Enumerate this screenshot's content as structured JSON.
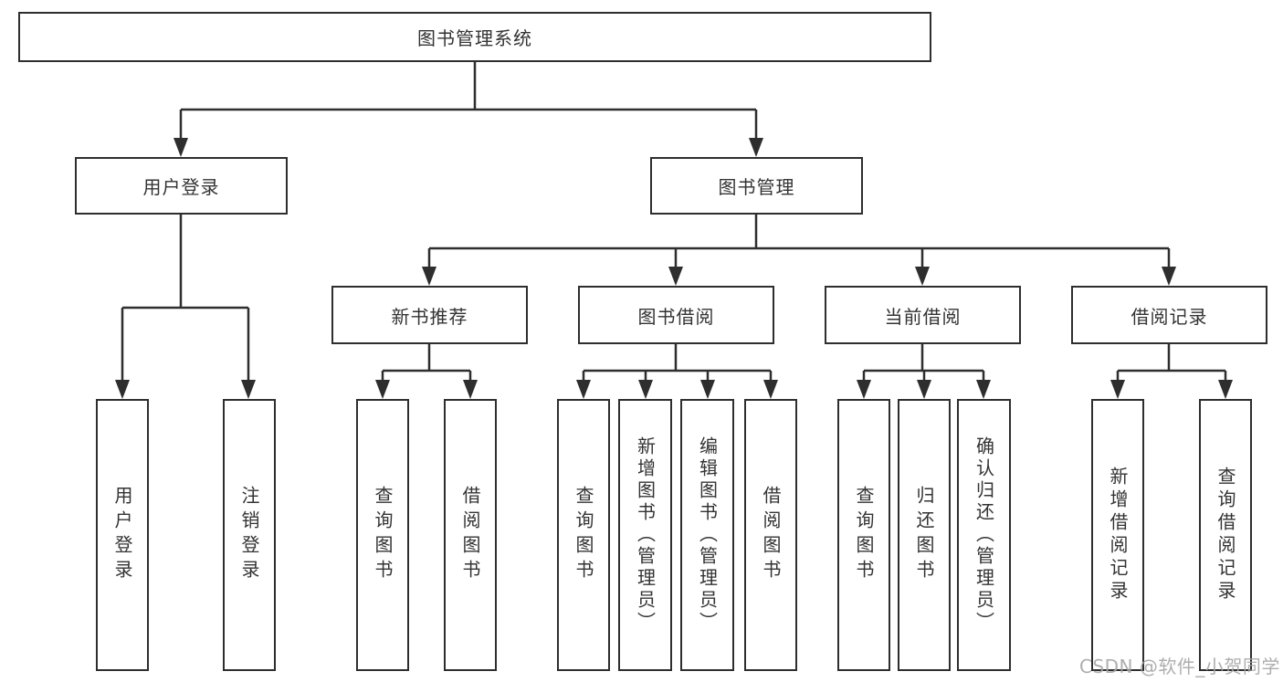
{
  "diagram": {
    "title": "图书管理系统",
    "root": {
      "label": "图书管理系统"
    },
    "branches": [
      {
        "label": "用户登录",
        "children": [
          {
            "label": "用户登录"
          },
          {
            "label": "注销登录"
          }
        ]
      },
      {
        "label": "图书管理",
        "children": [
          {
            "label": "新书推荐",
            "children": [
              {
                "label": "查询图书"
              },
              {
                "label": "借阅图书"
              }
            ]
          },
          {
            "label": "图书借阅",
            "children": [
              {
                "label": "查询图书"
              },
              {
                "label": "新增图书（管理员）"
              },
              {
                "label": "编辑图书（管理员）"
              },
              {
                "label": "借阅图书"
              }
            ]
          },
          {
            "label": "当前借阅",
            "children": [
              {
                "label": "查询图书"
              },
              {
                "label": "归还图书"
              },
              {
                "label": "确认归还（管理员）"
              }
            ]
          },
          {
            "label": "借阅记录",
            "children": [
              {
                "label": "新增借阅记录"
              },
              {
                "label": "查询借阅记录"
              }
            ]
          }
        ]
      }
    ]
  },
  "watermark": {
    "text": "CSDN @软件_小贺同学"
  },
  "colors": {
    "line": "#2e2e2e",
    "box_border": "#2e2e2e",
    "box_fill": "#ffffff",
    "text": "#333333",
    "watermark": "#a5a5a5",
    "background": "#ffffff"
  }
}
